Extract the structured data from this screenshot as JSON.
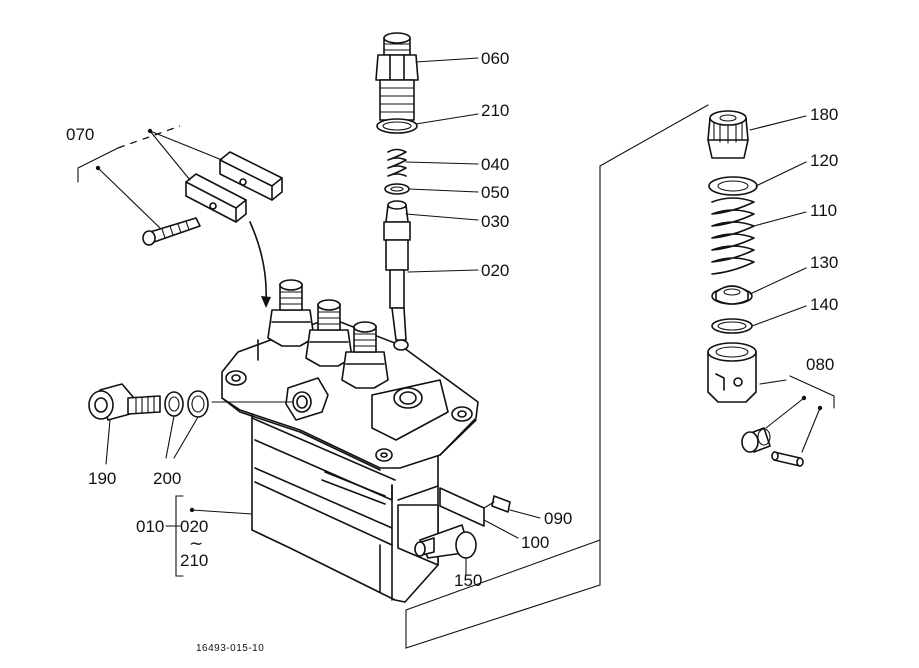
{
  "labels": {
    "p060": "060",
    "p210a": "210",
    "p040": "040",
    "p050": "050",
    "p030": "030",
    "p020": "020",
    "p070": "070",
    "p180": "180",
    "p120": "120",
    "p110": "110",
    "p130": "130",
    "p140": "140",
    "p080": "080",
    "p190": "190",
    "p200": "200",
    "p010": "010",
    "p020b": "020",
    "tilde": "∼",
    "p210b": "210",
    "p090": "090",
    "p100": "100",
    "p150": "150"
  },
  "drawing_number": "16493-015-10"
}
